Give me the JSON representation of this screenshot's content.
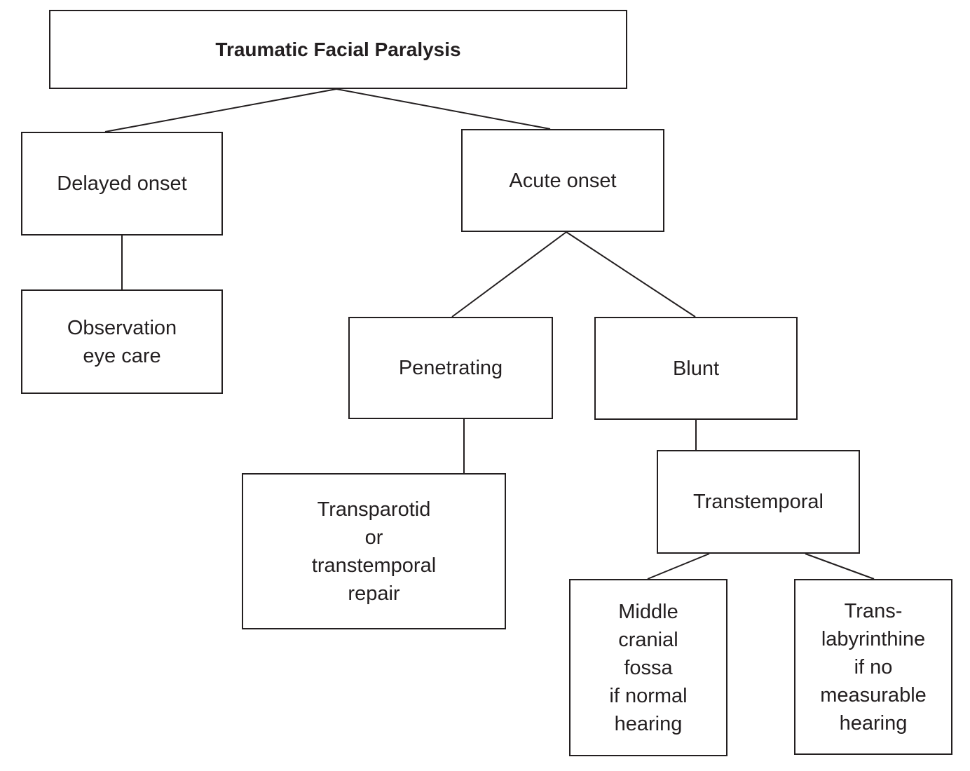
{
  "diagram": {
    "colors": {
      "ink": "#231f20",
      "background": "#ffffff"
    },
    "nodes": {
      "root": "Traumatic Facial Paralysis",
      "delayed": "Delayed onset",
      "acute": "Acute onset",
      "observation": "Observation\neye care",
      "penetrating": "Penetrating",
      "blunt": "Blunt",
      "transparotid": "Transparotid\nor\ntranstemporal\nrepair",
      "transtemporal": "Transtemporal",
      "middle_cranial": "Middle\ncranial\nfossa\nif normal\nhearing",
      "translabyrinthine": "Trans-\nlabyrinthine\nif no\nmeasurable\nhearing"
    },
    "edges": [
      {
        "from": "root",
        "to": "delayed"
      },
      {
        "from": "root",
        "to": "acute"
      },
      {
        "from": "delayed",
        "to": "observation"
      },
      {
        "from": "acute",
        "to": "penetrating"
      },
      {
        "from": "acute",
        "to": "blunt"
      },
      {
        "from": "penetrating",
        "to": "transparotid"
      },
      {
        "from": "blunt",
        "to": "transtemporal"
      },
      {
        "from": "transtemporal",
        "to": "middle_cranial"
      },
      {
        "from": "transtemporal",
        "to": "translabyrinthine"
      }
    ]
  }
}
